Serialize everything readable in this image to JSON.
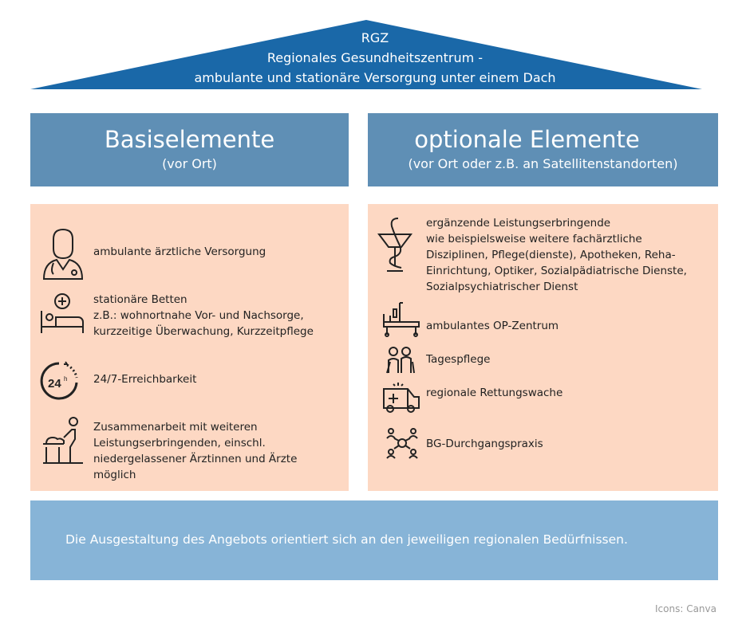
{
  "roof": {
    "abbr": "RGZ",
    "title": "Regionales Gesundheitszentrum -",
    "subtitle": "ambulante und stationäre Versorgung unter einem Dach"
  },
  "columns": [
    {
      "title": "Basiselemente",
      "subtitle": "(vor Ort)",
      "items": [
        {
          "icon": "doctor-icon",
          "lines": [
            "ambulante ärztliche Versorgung"
          ]
        },
        {
          "icon": "hospital-bed-icon",
          "lines": [
            "stationäre Betten",
            "z.B.: wohnortnahe Vor- und Nachsorge,",
            "kurzzeitige Überwachung, Kurzzeitpflege"
          ]
        },
        {
          "icon": "24h-clock-icon",
          "lines": [
            "24/7-Erreichbarkeit"
          ]
        },
        {
          "icon": "patient-care-icon",
          "lines": [
            "Zusammenarbeit mit weiteren",
            "Leistungserbringenden, einschl.",
            "niedergelassener Ärztinnen und Ärzte",
            "möglich"
          ]
        }
      ]
    },
    {
      "title": "optionale Elemente",
      "subtitle": "(vor Ort oder z.B. an Satellitenstandorten)",
      "items": [
        {
          "icon": "pharmacy-snake-icon",
          "lines": [
            "ergänzende Leistungserbringende",
            "wie beispielsweise weitere fachärztliche",
            "Disziplinen, Pflege(dienste), Apotheken, Reha-",
            "Einrichtung, Optiker, Sozialpädiatrische Dienste,",
            "Sozialpsychiatrischer Dienst"
          ]
        },
        {
          "icon": "operating-bed-icon",
          "lines": [
            "ambulantes OP-Zentrum"
          ]
        },
        {
          "icon": "elderly-couple-icon",
          "lines": [
            "Tagespflege"
          ]
        },
        {
          "icon": "ambulance-icon",
          "lines": [
            "regionale Rettungswache"
          ]
        },
        {
          "icon": "network-people-icon",
          "lines": [
            "BG-Durchgangspraxis"
          ]
        }
      ]
    }
  ],
  "footer": "Die Ausgestaltung des Angebots orientiert sich an den jeweiligen regionalen Bedürfnissen.",
  "credit": "Icons: Canva",
  "colors": {
    "roof": "#1a68a8",
    "header": "#5f8fb5",
    "panel": "#fdd8c3",
    "footer": "#87b4d7"
  }
}
